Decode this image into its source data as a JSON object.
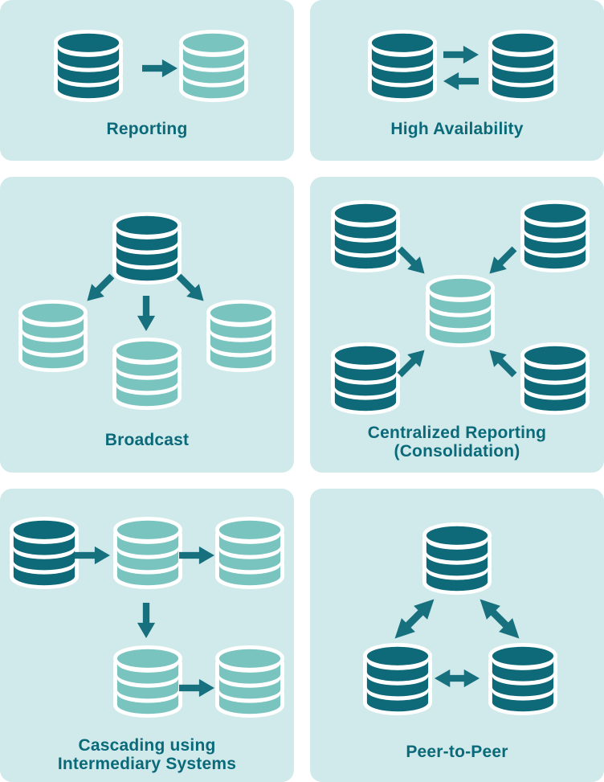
{
  "style": {
    "page_bg": "#ffffff",
    "panel_bg": "#d0e9ea",
    "db_dark": "#0e6978",
    "db_light": "#7ac4c0",
    "arrow_color": "#17707e",
    "title_color": "#0b6a79"
  },
  "panels": {
    "reporting": {
      "label": "Reporting",
      "nodes": [
        {
          "id": "source",
          "shade": "dark"
        },
        {
          "id": "replica",
          "shade": "light"
        }
      ],
      "edges": [
        {
          "from": "source",
          "to": "replica",
          "bidirectional": false
        }
      ]
    },
    "high_availability": {
      "label": "High Availability",
      "nodes": [
        {
          "id": "primary",
          "shade": "dark"
        },
        {
          "id": "standby",
          "shade": "dark"
        }
      ],
      "edges": [
        {
          "from": "primary",
          "to": "standby",
          "bidirectional": false
        },
        {
          "from": "standby",
          "to": "primary",
          "bidirectional": false
        }
      ]
    },
    "broadcast": {
      "label": "Broadcast",
      "nodes": [
        {
          "id": "source",
          "shade": "dark"
        },
        {
          "id": "replica-left",
          "shade": "light"
        },
        {
          "id": "replica-center",
          "shade": "light"
        },
        {
          "id": "replica-right",
          "shade": "light"
        }
      ],
      "edges": [
        {
          "from": "source",
          "to": "replica-left",
          "bidirectional": false
        },
        {
          "from": "source",
          "to": "replica-center",
          "bidirectional": false
        },
        {
          "from": "source",
          "to": "replica-right",
          "bidirectional": false
        }
      ]
    },
    "centralized_reporting": {
      "label_lines": [
        "Centralized Reporting",
        "(Consolidation)"
      ],
      "nodes": [
        {
          "id": "source-top-left",
          "shade": "dark"
        },
        {
          "id": "source-top-right",
          "shade": "dark"
        },
        {
          "id": "source-bottom-left",
          "shade": "dark"
        },
        {
          "id": "source-bottom-right",
          "shade": "dark"
        },
        {
          "id": "central-replica",
          "shade": "light"
        }
      ],
      "edges": [
        {
          "from": "source-top-left",
          "to": "central-replica",
          "bidirectional": false
        },
        {
          "from": "source-top-right",
          "to": "central-replica",
          "bidirectional": false
        },
        {
          "from": "source-bottom-left",
          "to": "central-replica",
          "bidirectional": false
        },
        {
          "from": "source-bottom-right",
          "to": "central-replica",
          "bidirectional": false
        }
      ]
    },
    "cascading": {
      "label_lines": [
        "Cascading using",
        "Intermediary Systems"
      ],
      "nodes": [
        {
          "id": "source",
          "shade": "dark"
        },
        {
          "id": "intermediary",
          "shade": "light"
        },
        {
          "id": "replica-top-right",
          "shade": "light"
        },
        {
          "id": "intermediary-2",
          "shade": "light"
        },
        {
          "id": "replica-bottom-right",
          "shade": "light"
        }
      ],
      "edges": [
        {
          "from": "source",
          "to": "intermediary",
          "bidirectional": false
        },
        {
          "from": "intermediary",
          "to": "replica-top-right",
          "bidirectional": false
        },
        {
          "from": "intermediary",
          "to": "intermediary-2",
          "bidirectional": false
        },
        {
          "from": "intermediary-2",
          "to": "replica-bottom-right",
          "bidirectional": false
        }
      ]
    },
    "peer_to_peer": {
      "label": "Peer-to-Peer",
      "nodes": [
        {
          "id": "peer-top",
          "shade": "dark"
        },
        {
          "id": "peer-bottom-left",
          "shade": "dark"
        },
        {
          "id": "peer-bottom-right",
          "shade": "dark"
        }
      ],
      "edges": [
        {
          "from": "peer-top",
          "to": "peer-bottom-left",
          "bidirectional": true
        },
        {
          "from": "peer-top",
          "to": "peer-bottom-right",
          "bidirectional": true
        },
        {
          "from": "peer-bottom-left",
          "to": "peer-bottom-right",
          "bidirectional": true
        }
      ]
    }
  }
}
